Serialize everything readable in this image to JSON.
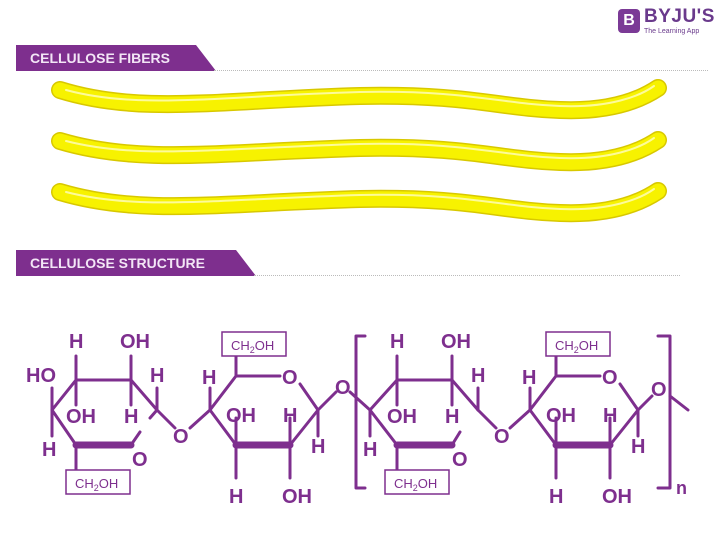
{
  "logo": {
    "mark": "B",
    "name": "BYJU'S",
    "tagline": "The Learning App"
  },
  "sections": [
    {
      "title": "CELLULOSE FIBERS"
    },
    {
      "title": "CELLULOSE STRUCTURE"
    }
  ],
  "fibers": {
    "count": 3,
    "color": "#f5f000",
    "outline": "#d8c800"
  },
  "structure": {
    "color": "#7e2f8e",
    "atoms": {
      "H": "H",
      "OH": "OH",
      "HO": "HO",
      "O": "O",
      "CH2OH_main": "CH",
      "CH2OH_sub": "2",
      "CH2OH_tail": "OH"
    },
    "repeat_label": "n"
  },
  "colors": {
    "brand": "#7e2f8e",
    "banner_text": "#f3e6f6",
    "fiber": "#f5f000"
  }
}
